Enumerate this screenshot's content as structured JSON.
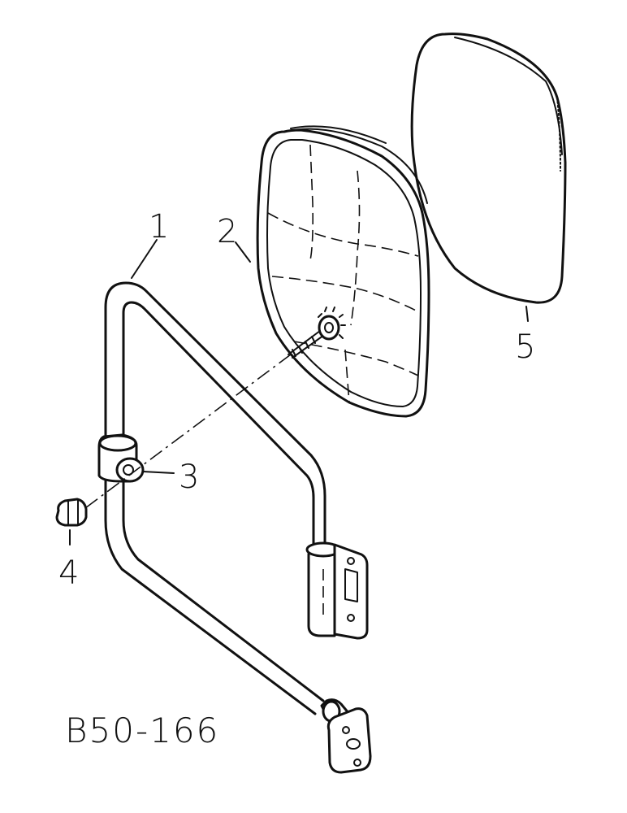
{
  "diagram": {
    "callouts": {
      "part_1": "1",
      "part_2": "2",
      "part_3": "3",
      "part_4": "4",
      "part_5": "5"
    },
    "drawing_code": "B50-166"
  }
}
